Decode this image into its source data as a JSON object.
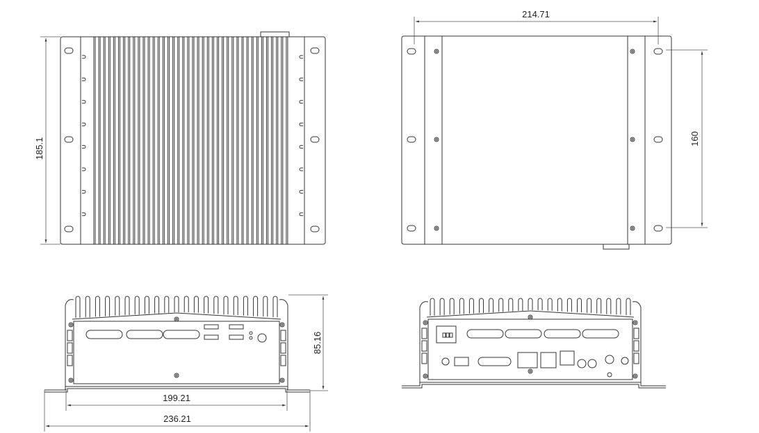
{
  "views": {
    "top_view": {
      "height_dimension": "185.1"
    },
    "bottom_view": {
      "width_dimension": "214.71",
      "height_dimension": "160"
    },
    "front_view": {
      "height_dimension": "85.16",
      "inner_width_dimension": "199.21",
      "outer_width_dimension": "236.21"
    },
    "rear_view": {}
  },
  "colors": {
    "line": "#333333",
    "background": "#ffffff"
  }
}
